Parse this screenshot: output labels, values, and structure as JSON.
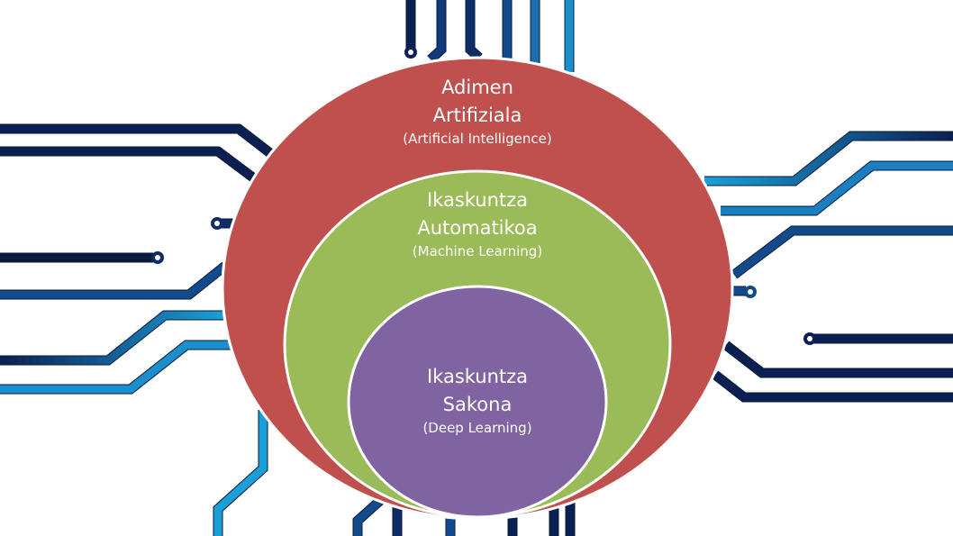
{
  "diagram": {
    "outer": {
      "title_line1": "Adimen",
      "title_line2": "Artifiziala",
      "subtitle": "(Artificial Intelligence)",
      "color": "#c0504d"
    },
    "middle": {
      "title_line1": "Ikaskuntza",
      "title_line2": "Automatikoa",
      "subtitle": "(Machine Learning)",
      "color": "#9bbb59"
    },
    "inner": {
      "title_line1": "Ikaskuntza",
      "title_line2": "Sakona",
      "subtitle": "(Deep Learning)",
      "color": "#8064a2"
    },
    "circuit_colors": {
      "dark": "#0b1f52",
      "light": "#1a9fd8"
    }
  }
}
